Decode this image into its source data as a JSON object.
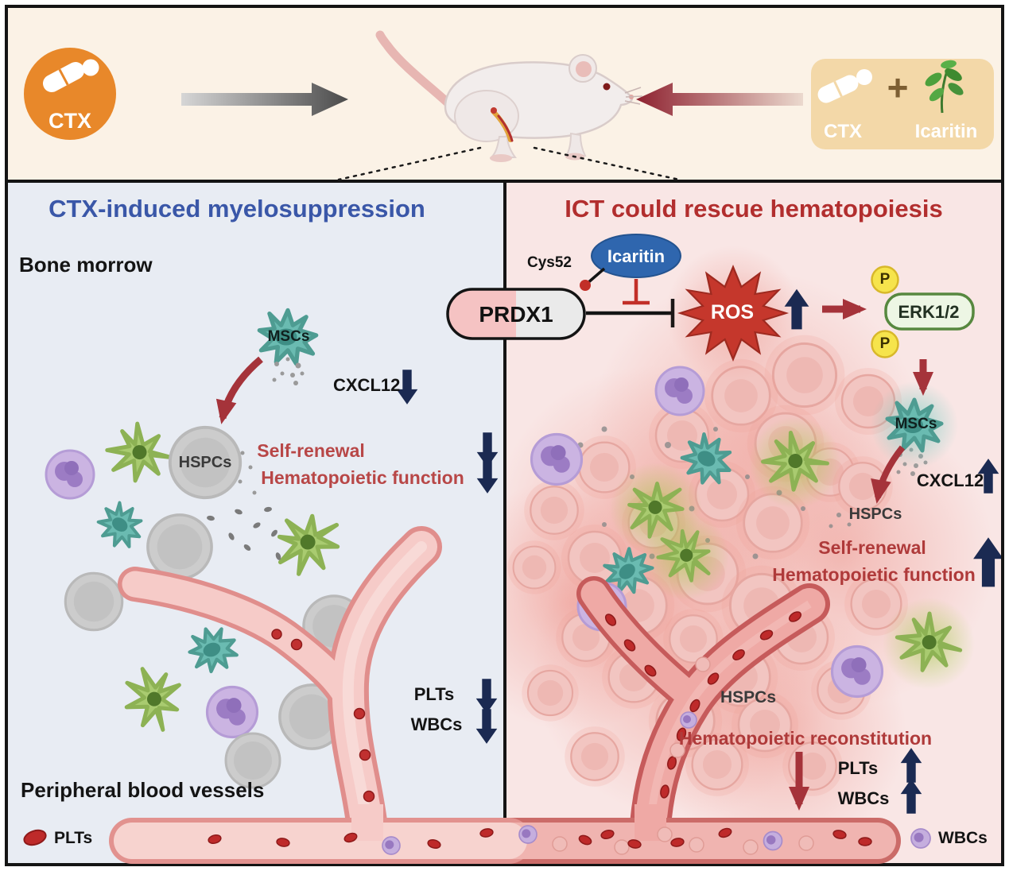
{
  "top_panel": {
    "ctx_badge_label": "CTX",
    "combo_box": {
      "ctx_label": "CTX",
      "plus": "+",
      "icaritin_label": "Icaritin"
    }
  },
  "left_panel": {
    "title": "CTX-induced myelosuppression",
    "region_label": "Bone morrow",
    "mscs_label": "MSCs",
    "cxcl12_label": "CXCL12",
    "cxcl12_change": "decrease",
    "hspcs_label": "HSPCs",
    "self_renewal_label": "Self-renewal",
    "self_renewal_change": "decrease",
    "hematopoietic_function_label": "Hematopoietic function",
    "hematopoietic_function_change": "decrease",
    "plts_label": "PLTs",
    "plts_change": "decrease",
    "wbcs_label": "WBCs",
    "wbcs_change": "decrease",
    "vessels_label": "Peripheral blood vessels",
    "legend": {
      "plts": "PLTs"
    }
  },
  "right_panel": {
    "title": "ICT could rescue hematopoiesis",
    "cys52_label": "Cys52",
    "icaritin_label": "Icaritin",
    "prdx1_label": "PRDX1",
    "ros_label": "ROS",
    "ros_change": "increase",
    "erk_label": "ERK1/2",
    "phospho_label": "P",
    "mscs_label": "MSCs",
    "cxcl12_label": "CXCL12",
    "cxcl12_change": "increase",
    "hspcs_upper_label": "HSPCs",
    "self_renewal_label": "Self-renewal",
    "hematopoietic_function_label": "Hematopoietic function",
    "self_renewal_change": "increase",
    "hspcs_lower_label": "HSPCs",
    "reconstitution_label": "Hematopoietic reconstitution",
    "plts_label": "PLTs",
    "plts_change": "increase",
    "wbcs_label": "WBCs",
    "wbcs_change": "increase",
    "legend": {
      "wbcs": "WBCs"
    }
  },
  "colors": {
    "ctx_orange": "#E8882A",
    "combo_tan": "#F3D8A8",
    "top_bg": "#FBF2E6",
    "left_bg": "#E8ECF3",
    "right_bg": "#F9E6E5",
    "left_title_blue": "#3A57A8",
    "right_title_red": "#B22E2E",
    "navy_arrow": "#1B2A52",
    "dark_red_arrow": "#A5333A",
    "icaritin_blue": "#2F66AE",
    "ros_red": "#C5372C",
    "erk_green_border": "#57883F",
    "phospho_yellow": "#F6E44C",
    "vessel_pink": "#F3BEBC",
    "teal_cell": "#6ABBB1",
    "green_cell": "#A9CB70",
    "purple_cell": "#CBB4E2",
    "gray_cell": "#CCCCCC",
    "plt_red": "#BE2A2A"
  },
  "icons": {
    "pill": "capsule",
    "plant": "leaf-sprig",
    "mouse": "mouse-side-view",
    "arrow_up": "▲",
    "arrow_down": "▼"
  }
}
